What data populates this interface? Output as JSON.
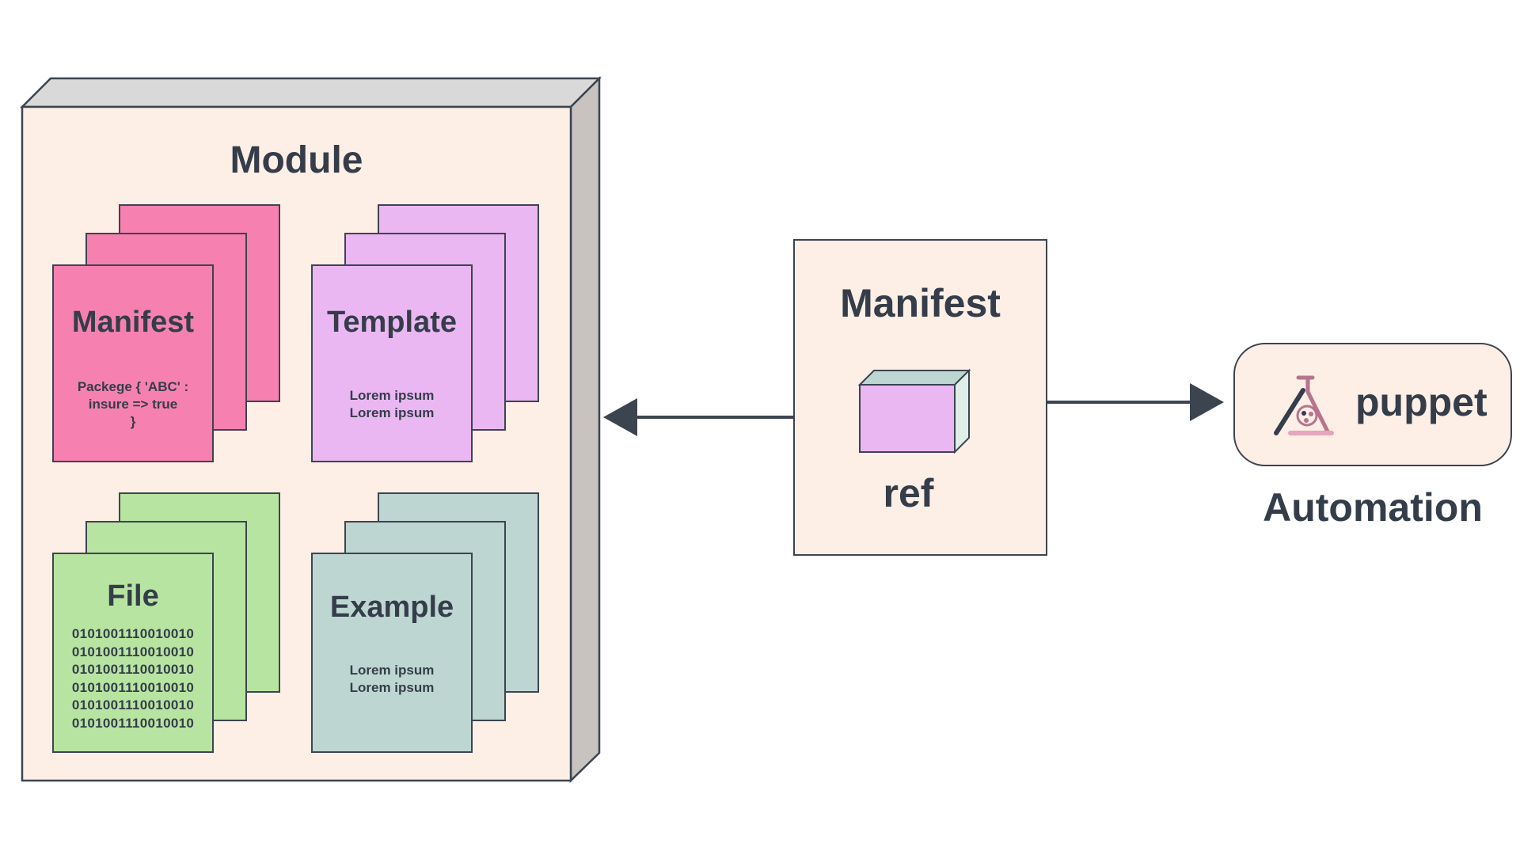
{
  "module": {
    "title": "Module",
    "manifest_card": {
      "title": "Manifest",
      "code_lines": [
        "Packege { 'ABC' :",
        "insure => true",
        "}"
      ]
    },
    "template_card": {
      "title": "Template",
      "lines": [
        "Lorem ipsum",
        "Lorem ipsum"
      ]
    },
    "file_card": {
      "title": "File",
      "lines": [
        "0101001110010010",
        "0101001110010010",
        "0101001110010010",
        "0101001110010010",
        "0101001110010010",
        "0101001110010010"
      ]
    },
    "example_card": {
      "title": "Example",
      "lines": [
        "Lorem ipsum",
        "Lorem ipsum"
      ]
    }
  },
  "manifest_box": {
    "title": "Manifest",
    "ref_label": "ref"
  },
  "puppet": {
    "logo_text": "puppet",
    "caption": "Automation"
  },
  "colors": {
    "module_bg": "#fdeee6",
    "manifest_pink": "#f681b1",
    "template_purple": "#ebb7f3",
    "file_green": "#b8e4a2",
    "example_teal": "#bed6d2",
    "stroke": "#3c4450"
  }
}
